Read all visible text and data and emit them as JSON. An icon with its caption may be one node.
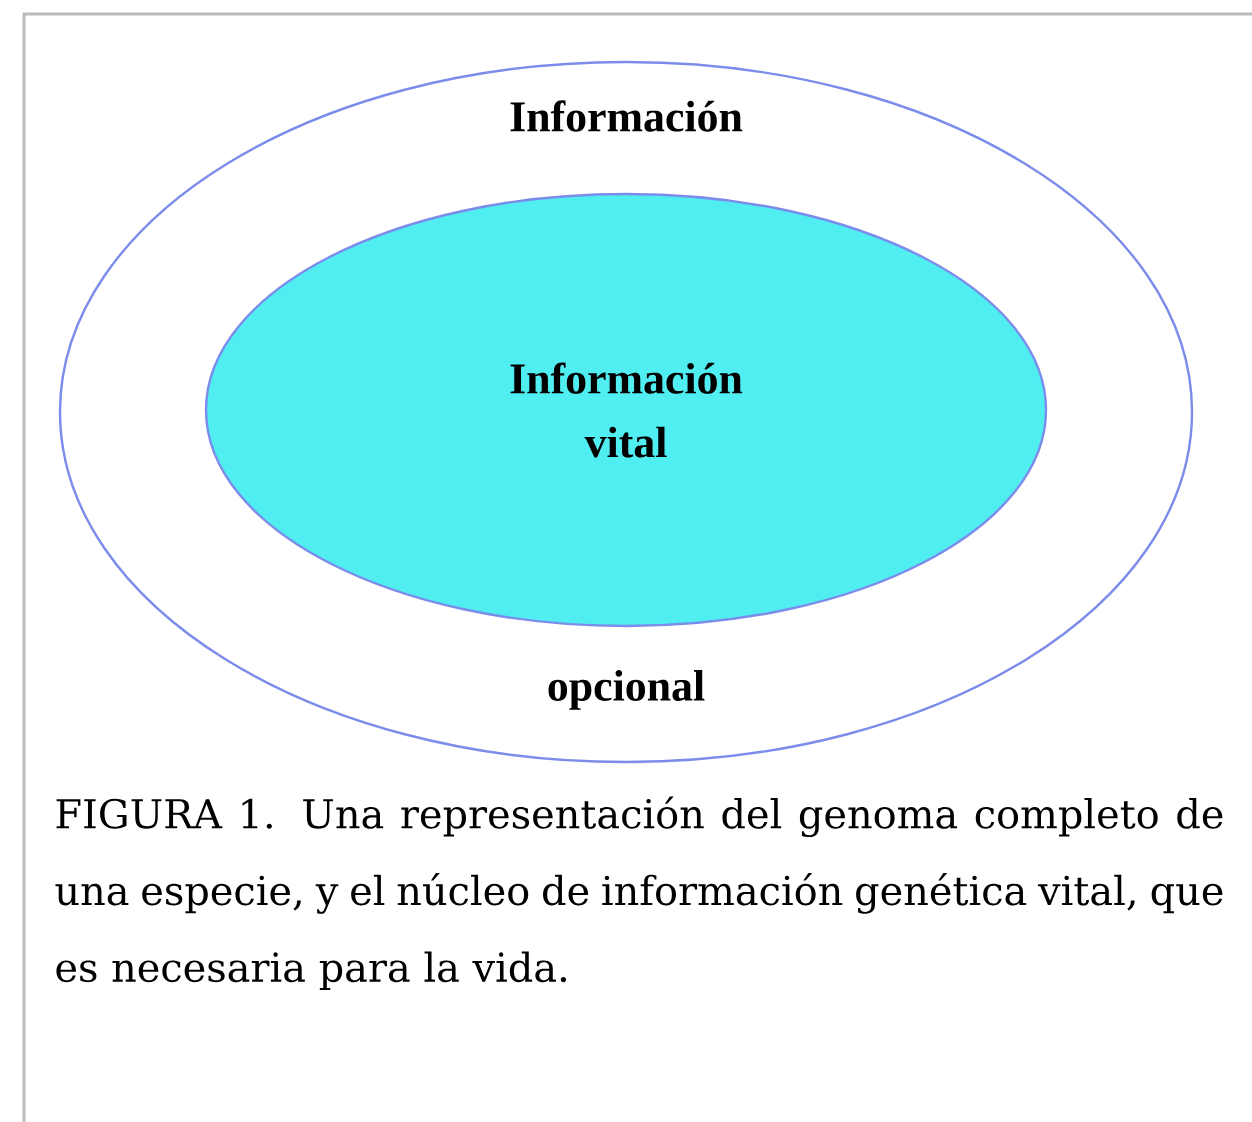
{
  "diagram": {
    "caption": "FIGURA 1. Una representación del genoma completo de una especie, y el núcleo de información genética vital, que es necesaria para la vida.",
    "nodes": [
      {
        "text": [
          "Información",
          "opcional"
        ]
      },
      {
        "text": [
          "Información vital"
        ],
        "in": 0
      }
    ]
  }
}
